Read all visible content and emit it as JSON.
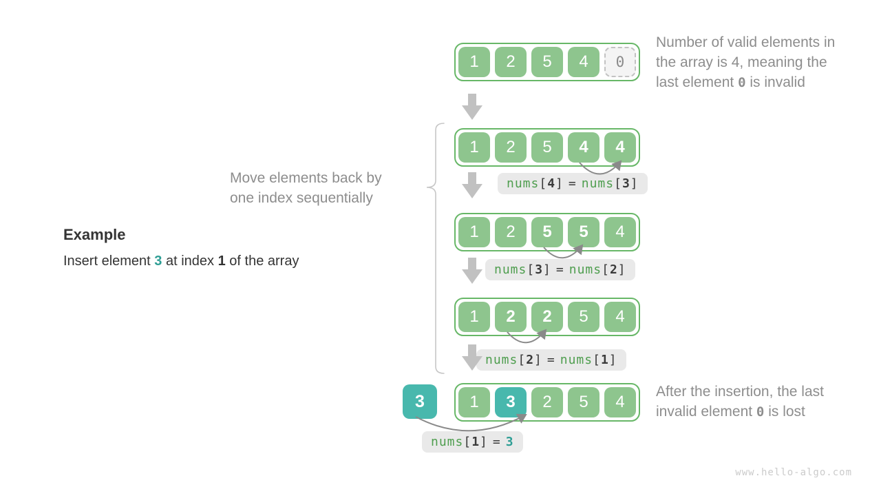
{
  "colors": {
    "green-border": "#67b767",
    "green-cell": "#8ec58e",
    "teal": "#48b8ad",
    "teal-text": "#2e9e95",
    "label-bg": "#e9e9e9",
    "nums-green": "#4f9e4f",
    "dark": "#3a3a3a",
    "gray-text": "#8d8d8d",
    "arrow-gray": "#c1c1c1",
    "curve-gray": "#8a8a8a",
    "invalid-bg": "#f4f4f4",
    "invalid-border": "#c2c2c2",
    "invalid-text": "#8a8a8a",
    "brace": "#c6c6c6",
    "watermark": "#cbcbcb"
  },
  "example": {
    "heading": "Example",
    "pre": "Insert element ",
    "value": "3",
    "mid": " at index ",
    "index": "1",
    "post": " of the array"
  },
  "move_note": {
    "line1": "Move elements back by",
    "line2": "one index sequentially"
  },
  "note_top": {
    "line1": "Number of valid elements in",
    "line2": "the array is 4, meaning the",
    "line3_pre": "last element ",
    "line3_code": "0",
    "line3_post": " is invalid"
  },
  "note_bottom": {
    "line1": "After the insertion, the last",
    "line2_pre": "invalid element ",
    "line2_code": "0",
    "line2_post": " is lost"
  },
  "symbols": {
    "lbracket": "[",
    "rbracket": "]",
    "equals": "="
  },
  "insert_value": "3",
  "rows": {
    "r1": {
      "cells": [
        "1",
        "2",
        "5",
        "4",
        "0"
      ]
    },
    "r2": {
      "cells": [
        "1",
        "2",
        "5",
        "4",
        "4"
      ],
      "label": {
        "fn": "nums",
        "i1": "4",
        "fn2": "nums",
        "i2": "3"
      }
    },
    "r3": {
      "cells": [
        "1",
        "2",
        "5",
        "5",
        "4"
      ],
      "label": {
        "fn": "nums",
        "i1": "3",
        "fn2": "nums",
        "i2": "2"
      }
    },
    "r4": {
      "cells": [
        "1",
        "2",
        "2",
        "5",
        "4"
      ],
      "label": {
        "fn": "nums",
        "i1": "2",
        "fn2": "nums",
        "i2": "1"
      }
    },
    "r5": {
      "cells": [
        "1",
        "3",
        "2",
        "5",
        "4"
      ],
      "label": {
        "fn": "nums",
        "i1": "1",
        "value": "3"
      }
    }
  },
  "watermark": "www.hello-algo.com"
}
